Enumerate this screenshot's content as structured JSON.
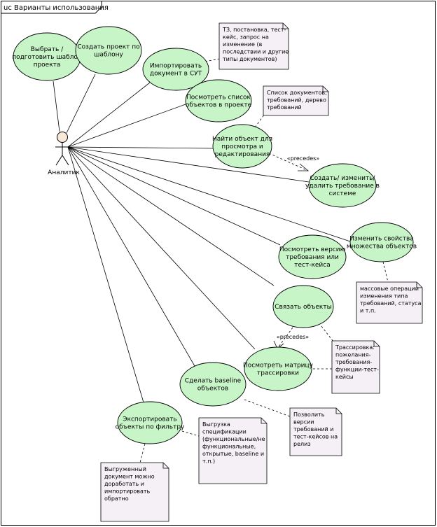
{
  "frame": {
    "title": "uc Варианты использования"
  },
  "actor": {
    "name": "Аналитик"
  },
  "colors": {
    "usecase_fill": "#c8f5c8",
    "usecase_stroke": "#000000",
    "note_fill": "#f5f0f5",
    "note_stroke": "#000000",
    "line": "#000000"
  },
  "use_cases": [
    {
      "id": "uc1",
      "lines": [
        "Выбрать /",
        "подготовить шаблон",
        "проекта"
      ]
    },
    {
      "id": "uc2",
      "lines": [
        "Создать проект по",
        "шаблону"
      ]
    },
    {
      "id": "uc3",
      "lines": [
        "Импортировать",
        "документ в СУТ"
      ]
    },
    {
      "id": "uc4",
      "lines": [
        "Посмотреть список",
        "объектов в проекте"
      ]
    },
    {
      "id": "uc5",
      "lines": [
        "Найти объект для",
        "просмотра и",
        "редактирования"
      ]
    },
    {
      "id": "uc6",
      "lines": [
        "Создать/ изменить/",
        "удалить требование в",
        "системе"
      ]
    },
    {
      "id": "uc7",
      "lines": [
        "Изменить свойства",
        "множества объектов"
      ]
    },
    {
      "id": "uc8",
      "lines": [
        "Посмотреть версию",
        "требования или",
        "тест-кейса"
      ]
    },
    {
      "id": "uc9",
      "lines": [
        "Связать объекты"
      ]
    },
    {
      "id": "uc10",
      "lines": [
        "Посмотреть матрицу",
        "трассировки"
      ]
    },
    {
      "id": "uc11",
      "lines": [
        "Сделать baseline",
        "объектов"
      ]
    },
    {
      "id": "uc12",
      "lines": [
        "Экспортировать",
        "объекты по фильтру"
      ]
    }
  ],
  "notes": [
    {
      "id": "n1",
      "lines": [
        "ТЗ, постановка, тест-",
        "кейс, запрос на",
        "изменение (в",
        "последствии и другие",
        "типы документов)"
      ]
    },
    {
      "id": "n2",
      "lines": [
        "Список документов,",
        "требований, дерево",
        "требований"
      ]
    },
    {
      "id": "n3",
      "lines": [
        "массовые операции",
        "изменения типа",
        "требований, статуса",
        "и т.п."
      ]
    },
    {
      "id": "n4",
      "lines": [
        "Трассировка:",
        "пожелания-",
        "требования-",
        "функции-тест-",
        "кейсы"
      ]
    },
    {
      "id": "n5",
      "lines": [
        "Позволить",
        "версии",
        "требований и",
        "тест-кейсов на",
        "релиз"
      ]
    },
    {
      "id": "n6",
      "lines": [
        "Выгрузка",
        "спецификации",
        "(функциональные/не",
        "функциональные,",
        "открытые, baseline и",
        "т.п.)"
      ]
    },
    {
      "id": "n7",
      "lines": [
        "Выгруженный",
        "документ можно",
        "доработать и",
        "импортировать",
        "обратно"
      ]
    }
  ],
  "relations": [
    {
      "id": "r1",
      "label": "«precedes»"
    },
    {
      "id": "r2",
      "label": "«precedes»"
    }
  ]
}
